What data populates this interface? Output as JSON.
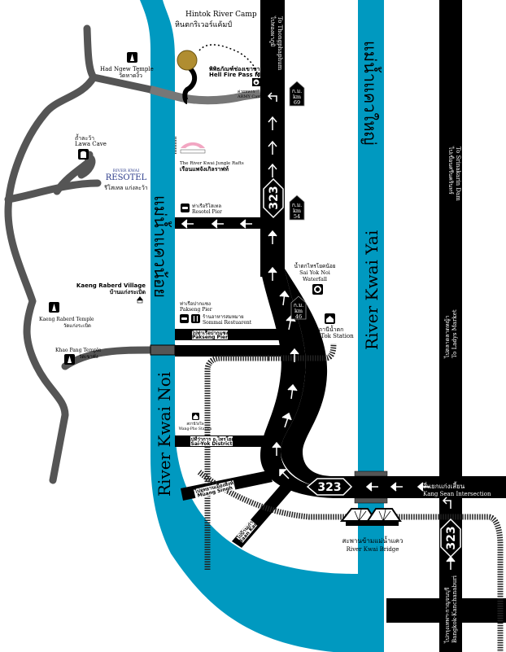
{
  "map": {
    "colors": {
      "river": "#0099c0",
      "road_main": "#000000",
      "road_minor": "#555555",
      "background": "#ffffff"
    },
    "rivers": {
      "kwai_noi_en": "River Kwai Noi",
      "kwai_noi_th": "แม่น้ำแควน้อย",
      "kwai_yai_en": "River Kwai Yai",
      "kwai_yai_th": "แม่น้ำแควใหญ่"
    },
    "places": {
      "hintok_camp_en": "Hintok River Camp",
      "hintok_camp_th": "หินตกริเวอร์แค้มป์",
      "hellfire_th": "พิพิธภัณฑ์ช่องเขาขาด",
      "hellfire_en": "Hell Fire Pass Museum",
      "army_th": "ค่ายทหาร",
      "army_en": "ARMY Camp",
      "had_ngew_en": "Had Ngew Temple",
      "had_ngew_th": "วัดหาดงิ้ว",
      "lawa_cave_th": "ถ้ำละว้า",
      "lawa_cave_en": "Lawa Cave",
      "resotel_brand_top": "RIVER KWAI",
      "resotel_brand": "RESOTEL",
      "resotel_th": "รีโสเทล แก่งละว้า",
      "jungle_rafts_en": "The River Kwai Jungle Rafts",
      "jungle_rafts_th": "เรือนแพจังเกิลราฟท์",
      "resotel_pier_th": "ท่าเรือรีโสเทล",
      "resotel_pier_en": "Resotel Pier",
      "kaeng_raberd_village_en": "Kaeng Raberd Village",
      "kaeng_raberd_village_th": "บ้านแก่งระเบิด",
      "pakseng_pier_th": "ท่าเรือปากแซง",
      "pakseng_pier_en": "Pakseng Pier",
      "sommai_th": "ร้านอาหารสมหมาย",
      "sommai_en": "Sommai Restuarent",
      "pakseng_road_th": "ไปท่าเรือปากแซง",
      "pakseng_road_en": "Pakseng Pier",
      "kaeng_raberd_temple_en": "Kaeng Raberd Temple",
      "kaeng_raberd_temple_th": "วัดแก่งระเบิด",
      "khao_pang_en": "Khao Pang Temple",
      "khao_pang_th": "วัดเขาพัง",
      "sai_yok_noi_th": "น้ำตกไทรโยคน้อย",
      "sai_yok_noi_en1": "Sai Yok Noi",
      "sai_yok_noi_en2": "Waterfall",
      "namtok_station_th": "สถานีน้ำตก",
      "namtok_station_en": "Nam-Tok Station",
      "wangpho_station_th": "สถานีวังโพ",
      "wangpho_station_en": "Wang-Pho Station",
      "saiyok_district_th": "ไปที่ว่าการ อ.ไทรโยค",
      "saiyok_district_en": "Sai-Yok District",
      "muang_singh_th": "ไปอุทยานเมืองสิงห์",
      "muang_singh_en": "Muang Singh",
      "baan_kao_th": "ไปบ้านเก่า",
      "baan_kao_en": "Baan Kao",
      "kang_sean_th": "สี่แยกแก่งเสี้ยน",
      "kang_sean_en": "Kang Sean Intersection",
      "bridge_th": "สะพานข้ามแม่น้ำแคว",
      "bridge_en": "River Kwai Bridge"
    },
    "directions": {
      "thongphaphum_th": "ไปทองผาภูมิ",
      "thongphaphum_en": "To Thongphaphum",
      "srinakarin_th": "ไปเขื่อนศรีนครินทร์",
      "srinakarin_en": "To Srinakarin Dam",
      "ladys_market_th": "ไปตลาดลาดหญ้า",
      "ladys_market_en": "To Ladys Market",
      "bangkok_th": "ไปกรุงเทพฯ-กาญจนบุรี",
      "bangkok_en": "Bangkok-Kanchanaburi"
    },
    "highway": {
      "number": "323"
    },
    "km_markers": [
      {
        "th": "ก.ม.",
        "en": "km",
        "value": "69"
      },
      {
        "th": "ก.ม.",
        "en": "km",
        "value": "54"
      },
      {
        "th": "ก.ม.",
        "en": "km",
        "value": "46"
      }
    ],
    "icons": {
      "temple": "temple-icon",
      "cave": "cave-icon",
      "museum": "star-museum-icon",
      "pier": "boat-pier-icon",
      "restaurant": "fork-knife-icon",
      "waterfall": "waterfall-icon",
      "station": "train-station-icon",
      "village": "village-icon"
    }
  }
}
